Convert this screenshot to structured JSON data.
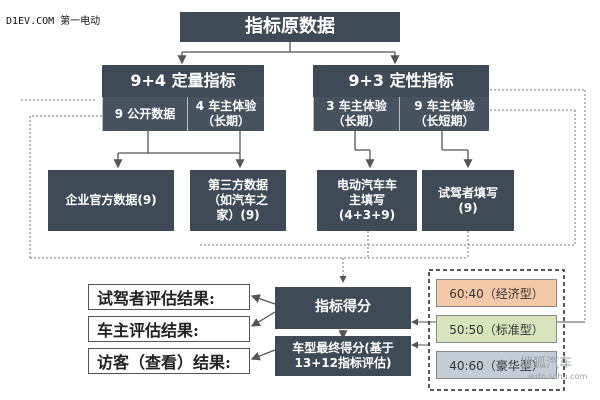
{
  "watermark": "D1EV.COM 第一电动",
  "top": "指标原数据",
  "quant": {
    "title": "9+4 定量指标",
    "sub_left": "9 公开数据",
    "sub_right": "4 车主体验\n（长期）"
  },
  "qual": {
    "title": "9+3 定性指标",
    "sub_left": "3 车主体验\n（长期）",
    "sub_right": "9 车主体验\n（长短期）"
  },
  "sources": [
    "企业官方数据(9)",
    "第三方数据\n（如汽车之\n家）(9)",
    "电动汽车车\n主填写\n(4+3+9)",
    "试驾者填写\n(9)"
  ],
  "score": "指标得分",
  "final": "车型最终得分(基于\n13+12指标评估)",
  "results": [
    "试驾者评估结果:",
    "车主评估结果:",
    "访客（查看）结果:"
  ],
  "ratios": [
    {
      "label": "60:40（经济型）",
      "color": "#f4c9a8"
    },
    {
      "label": "50:50（标准型）",
      "color": "#d8e4bc"
    },
    {
      "label": "40:60（豪华型）",
      "color": "#c4ccd4"
    }
  ],
  "corner_watermark": {
    "brand": "搜狐汽车",
    "url": "auto.sohu.com"
  }
}
